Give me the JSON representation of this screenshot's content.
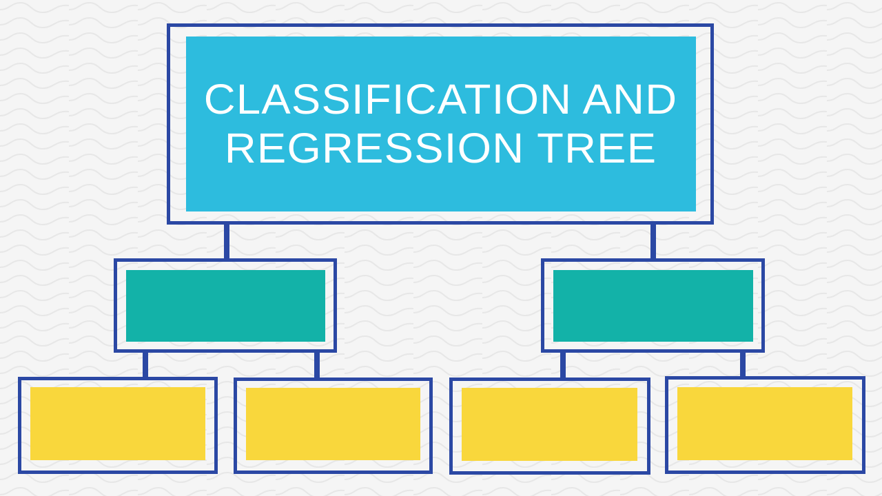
{
  "slide": {
    "type": "hierarchy-diagram",
    "background": {
      "name": "wavy-texture",
      "base_color": "#f4f4f4",
      "wave_color": "#e8e8e8"
    },
    "palette": {
      "frame_blue": "#2b48a4",
      "title_cyan": "#2dbcde",
      "level2_teal": "#13b2a8",
      "level3_yellow": "#f9d73c",
      "title_text": "#ffffff"
    }
  },
  "title_node": {
    "label": "CLASSIFICATION AND\nREGRESSION TREE"
  },
  "level2_nodes": [
    {
      "label": ""
    },
    {
      "label": ""
    }
  ],
  "level3_nodes": [
    {
      "label": ""
    },
    {
      "label": ""
    },
    {
      "label": ""
    },
    {
      "label": ""
    }
  ]
}
